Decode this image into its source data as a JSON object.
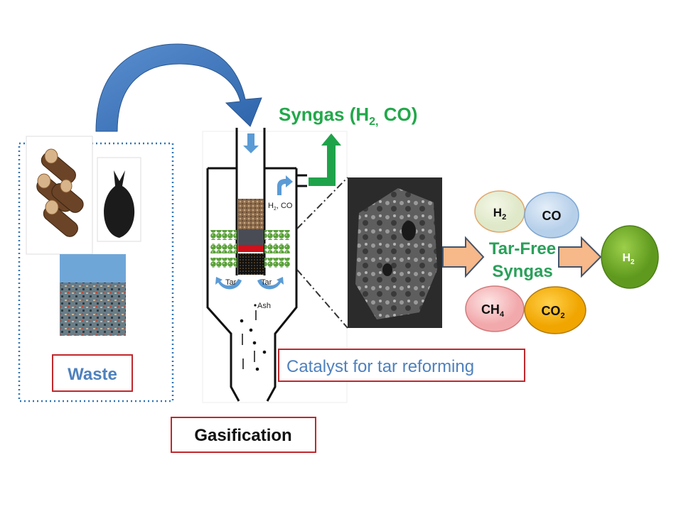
{
  "waste": {
    "label": "Waste"
  },
  "gasification": {
    "label": "Gasification"
  },
  "syngas_title": {
    "text": "Syngas (H",
    "sub": "2,",
    "tail": " CO)"
  },
  "reactor": {
    "gas_label": "H",
    "gas_sub": "2",
    "gas_tail": ", CO",
    "tar_left": "Tar",
    "tar_right": "Tar",
    "ash": "Ash"
  },
  "catalyst": {
    "label": "Catalyst for tar reforming"
  },
  "products": {
    "tar_free_line1": "Tar-Free",
    "tar_free_line2": "Syngas",
    "h2": {
      "base": "H",
      "sub": "2"
    },
    "co": {
      "base": "CO"
    },
    "ch4": {
      "base": "CH",
      "sub": "4"
    },
    "co2": {
      "base": "CO",
      "sub": "2"
    },
    "final_h2": {
      "base": "H",
      "sub": "2"
    }
  },
  "colors": {
    "arrow_blue": "#3c78c0",
    "syngas_green": "#22a84a",
    "label_blue": "#4f81bd",
    "box_red": "#c0282d",
    "orange_arrow": "#f7b88a"
  }
}
